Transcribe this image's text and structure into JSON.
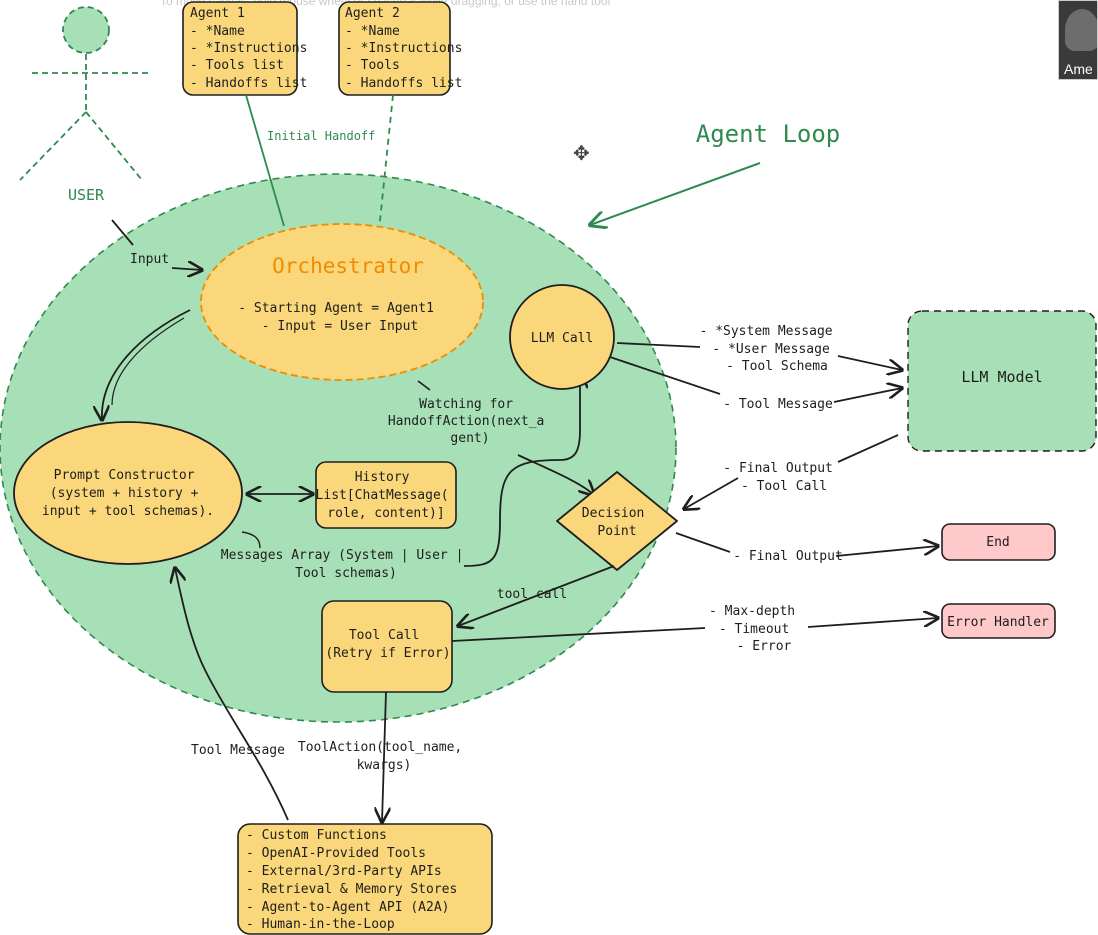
{
  "hint_text": "To move canvas, hold mouse wheel or spacebar while dragging, or use the hand tool",
  "avatar_name": "Ame",
  "colors": {
    "ellipse": "#a7e0b6",
    "node": "#fad77a",
    "stroke": "#1e1e1e",
    "green": "#2f8a4f",
    "accent": "#f08c00",
    "error": "#ffc9c9"
  },
  "user": {
    "label": "USER"
  },
  "agent_loop_label": "Agent Loop",
  "agent1": {
    "title": "Agent 1",
    "lines": [
      "- *Name",
      "- *Instructions",
      "- Tools list",
      "- Handoffs list"
    ]
  },
  "agent2": {
    "title": "Agent 2",
    "lines": [
      "- *Name",
      "- *Instructions",
      "- Tools",
      "- Handoffs list"
    ]
  },
  "initial_handoff": "Initial Handoff",
  "input_label": "Input",
  "orchestrator": {
    "title": "Orchestrator",
    "lines": [
      "- Starting Agent = Agent1",
      "- Input = User Input"
    ]
  },
  "llm_call": "LLM Call",
  "llm_model": "LLM Model",
  "llm_inputs": [
    "- *System Message",
    "- *User Message",
    "- Tool Schema"
  ],
  "tool_message_to_llm": "- Tool Message",
  "llm_outputs": [
    "- Final Output",
    "- Tool Call"
  ],
  "watching": [
    "Watching for",
    "HandoffAction(next_a",
    "gent)"
  ],
  "prompt_constructor": [
    "Prompt Constructor",
    "(system + history +",
    "input + tool schemas)."
  ],
  "history": [
    "History",
    "List[ChatMessage(",
    "role, content)]"
  ],
  "messages_array": [
    "Messages Array (System | User |",
    "Tool schemas)"
  ],
  "decision_point": [
    "Decision",
    "Point"
  ],
  "final_output_label": "- Final Output",
  "end_label": "End",
  "tool_call_edge": "tool call",
  "tool_call_node": [
    "Tool Call",
    "(Retry if Error)"
  ],
  "errors": [
    "- Max-depth",
    "- Timeout",
    "- Error"
  ],
  "error_handler": "Error Handler",
  "tool_message_back": "Tool Message",
  "tool_action": [
    "ToolAction(tool_name,",
    "kwargs)"
  ],
  "tools": [
    "- Custom Functions",
    "- OpenAI-Provided Tools",
    "- External/3rd-Party APIs",
    "- Retrieval & Memory Stores",
    "- Agent-to-Agent API (A2A)",
    "- Human-in-the-Loop"
  ]
}
